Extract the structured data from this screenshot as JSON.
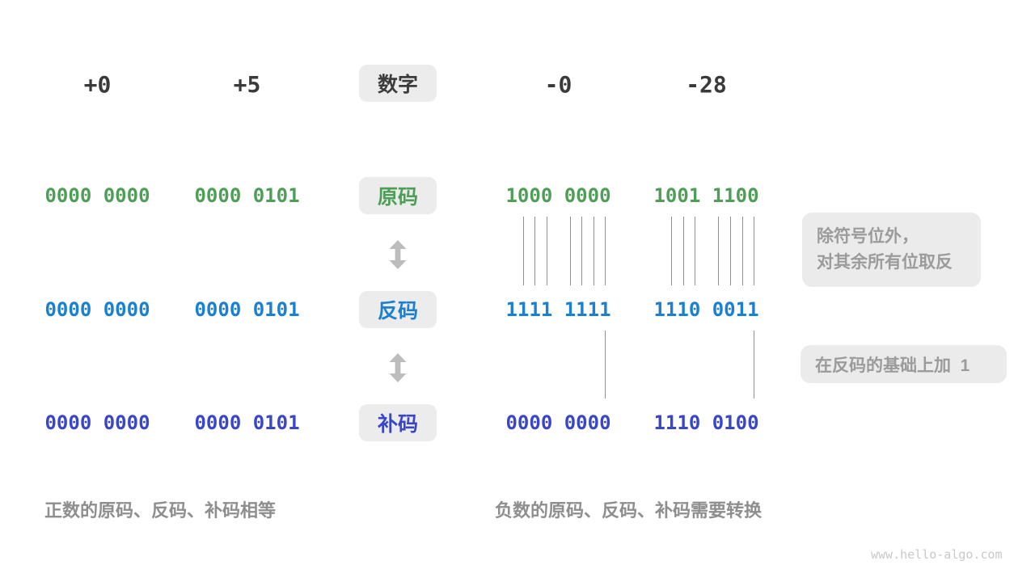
{
  "palette": {
    "sign_magnitude_green": "#4f9e58",
    "ones_complement_blue": "#1a80d1",
    "twos_complement_indigo": "#3a46c8",
    "dark_text": "#3a3a3a",
    "caption_gray": "#8e8e8e",
    "annotation_gray": "#9b9b9b",
    "box_background": "#ececec",
    "tick_line_gray": "#8f8f8f",
    "arrow_gray": "#bdbdbd",
    "watermark_gray": "#c9c9c9"
  },
  "header": {
    "label": "数字",
    "values": [
      "+0",
      "+5",
      "-0",
      "-28"
    ]
  },
  "rows": [
    {
      "label": "原码",
      "values": [
        "0000 0000",
        "0000 0101",
        "1000 0000",
        "1001 1100"
      ]
    },
    {
      "label": "反码",
      "values": [
        "0000 0000",
        "0000 0101",
        "1111 1111",
        "1110 0011"
      ]
    },
    {
      "label": "补码",
      "values": [
        "0000 0000",
        "0000 0101",
        "0000 0000",
        "1110 0100"
      ]
    }
  ],
  "annotations": {
    "invert_line1": "除符号位外，",
    "invert_line2": "对其余所有位取反",
    "add_one": "在反码的基础上加  1"
  },
  "captions": {
    "positive": "正数的原码、反码、补码相等",
    "negative": "负数的原码、反码、补码需要转换"
  },
  "watermark": "www.hello-algo.com"
}
